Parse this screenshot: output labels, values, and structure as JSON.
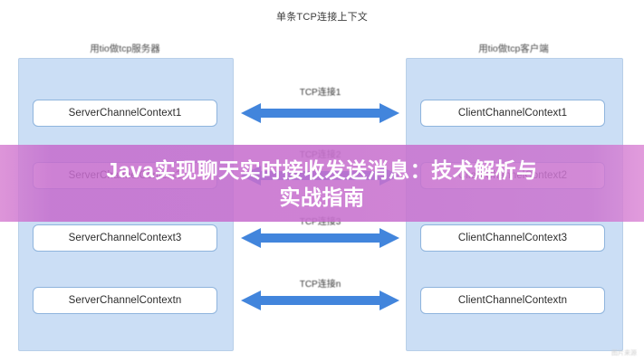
{
  "diagram": {
    "title": "单条TCP连接上下文",
    "panels": {
      "left": {
        "title": "用tio做tcp服务器"
      },
      "right": {
        "title": "用tio做tcp客户端"
      }
    },
    "rows": [
      {
        "left_box": "ServerChannelContext1",
        "right_box": "ClientChannelContext1",
        "arrow_label": "TCP连接1"
      },
      {
        "left_box": "ServerChannelContext2",
        "right_box": "ClientChannelContext2",
        "arrow_label": "TCP连接2"
      },
      {
        "left_box": "ServerChannelContext3",
        "right_box": "ClientChannelContext3",
        "arrow_label": "TCP连接3"
      },
      {
        "left_box": "ServerChannelContextn",
        "right_box": "ClientChannelContextn",
        "arrow_label": "TCP连接n"
      }
    ],
    "colors": {
      "panel_fill": "#cbdef5",
      "panel_border": "#b8cfe8",
      "box_fill": "#ffffff",
      "box_border": "#8fb4dd",
      "arrow": "#4285dc",
      "banner": "#c76ccd",
      "banner_text": "#ffffff"
    }
  },
  "overlay": {
    "headline_line1": "Java实现聊天实时接收发送消息：技术解析与",
    "headline_line2": "实战指南"
  },
  "watermark": {
    "text": "图片来源"
  }
}
